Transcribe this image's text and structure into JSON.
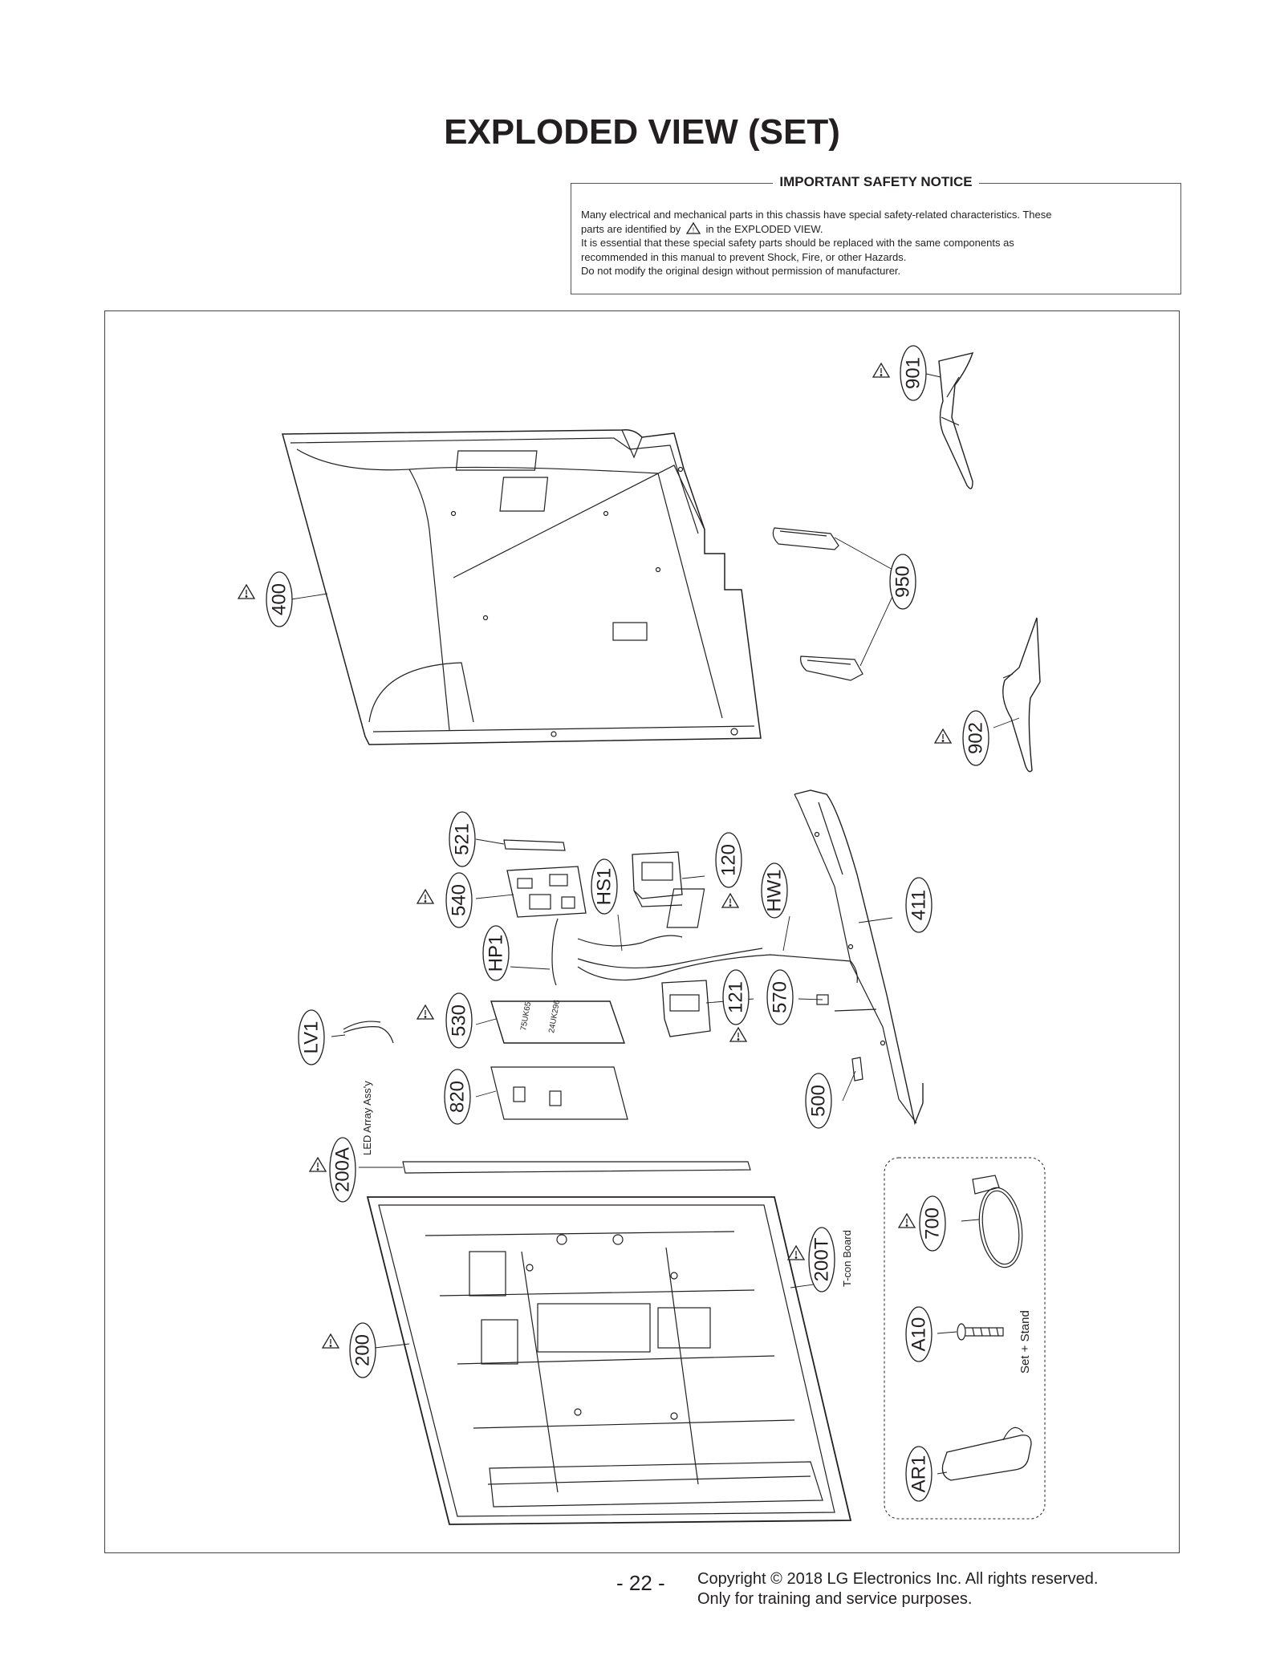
{
  "title": "EXPLODED VIEW (SET)",
  "notice": {
    "heading": "IMPORTANT SAFETY NOTICE",
    "line1": "Many electrical and mechanical parts in this chassis have special safety-related characteristics. These",
    "line2a": "parts are identified by",
    "line2b": "in the EXPLODED VIEW.",
    "line3": "It is essential that these special safety parts should be replaced with the same components as",
    "line4": "recommended in this manual to prevent Shock, Fire, or other Hazards.",
    "line5": "Do not modify the original design without permission of manufacturer."
  },
  "parts": {
    "p901": "901",
    "p400": "400",
    "p950": "950",
    "p902": "902",
    "p521": "521",
    "p540": "540",
    "pHS1": "HS1",
    "p120": "120",
    "pHW1": "HW1",
    "p411": "411",
    "pHP1": "HP1",
    "p530": "530",
    "p121": "121",
    "p570": "570",
    "pLV1": "LV1",
    "p820": "820",
    "p500": "500",
    "p200A": "200A",
    "p700": "700",
    "p200T": "200T",
    "p200": "200",
    "pA10": "A10",
    "pAR1": "AR1"
  },
  "captions": {
    "led_array": "LED Array Ass'y",
    "tcon": "T-con Board",
    "set_stand": "Set + Stand",
    "panel_mark1": "75UK65",
    "panel_mark2": "24UK296"
  },
  "footer": {
    "page": "- 22 -",
    "copyright1": "Copyright © 2018 LG Electronics Inc. All rights reserved.",
    "copyright2": "Only for training and service purposes."
  }
}
